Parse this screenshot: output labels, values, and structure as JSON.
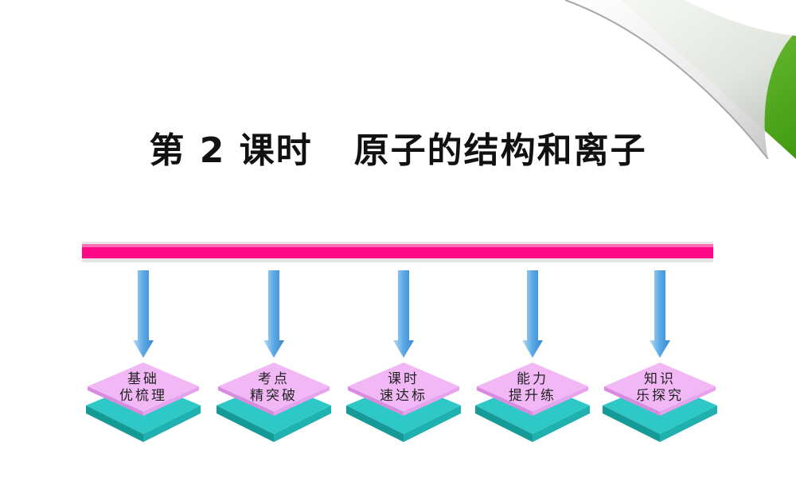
{
  "title": "第 2 课时   原子的结构和离子",
  "colors": {
    "bar": "#ff0a86",
    "arrow": "#5aa8e6",
    "diamond_top": "#f2b8f6",
    "diamond_base": "#2ec8c6",
    "page_curl": "#55b51a"
  },
  "nav": [
    {
      "line1": "基础",
      "line2": "优梳理"
    },
    {
      "line1": "考点",
      "line2": "精突破"
    },
    {
      "line1": "课时",
      "line2": "速达标"
    },
    {
      "line1": "能力",
      "line2": "提升练"
    },
    {
      "line1": "知识",
      "line2": "乐探究"
    }
  ]
}
